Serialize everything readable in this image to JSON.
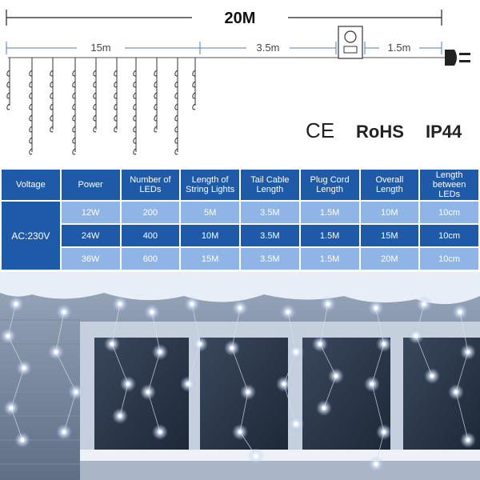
{
  "diagram": {
    "total_length": "20M",
    "string_length": "15m",
    "tail_length": "3.5m",
    "plug_length": "1.5m",
    "certifications": {
      "ce": "CE",
      "rohs": "RoHS",
      "ip": "IP44"
    }
  },
  "table": {
    "headers": [
      "Voltage",
      "Power",
      "Number of LEDs",
      "Length of String Lights",
      "Tail Cable Length",
      "Plug Cord Length",
      "Overall Length",
      "Length between LEDs"
    ],
    "voltage": "AC:230V",
    "rows": [
      [
        "12W",
        "200",
        "5M",
        "3.5M",
        "1.5M",
        "10M",
        "10cm"
      ],
      [
        "24W",
        "400",
        "10M",
        "3.5M",
        "1.5M",
        "15M",
        "10cm"
      ],
      [
        "36W",
        "600",
        "15M",
        "3.5M",
        "1.5M",
        "20M",
        "10cm"
      ]
    ]
  },
  "colors": {
    "header_blue": "#1f5aa8",
    "light_blue": "#8fb4e6",
    "dimension_blue": "#4a7fc8"
  }
}
